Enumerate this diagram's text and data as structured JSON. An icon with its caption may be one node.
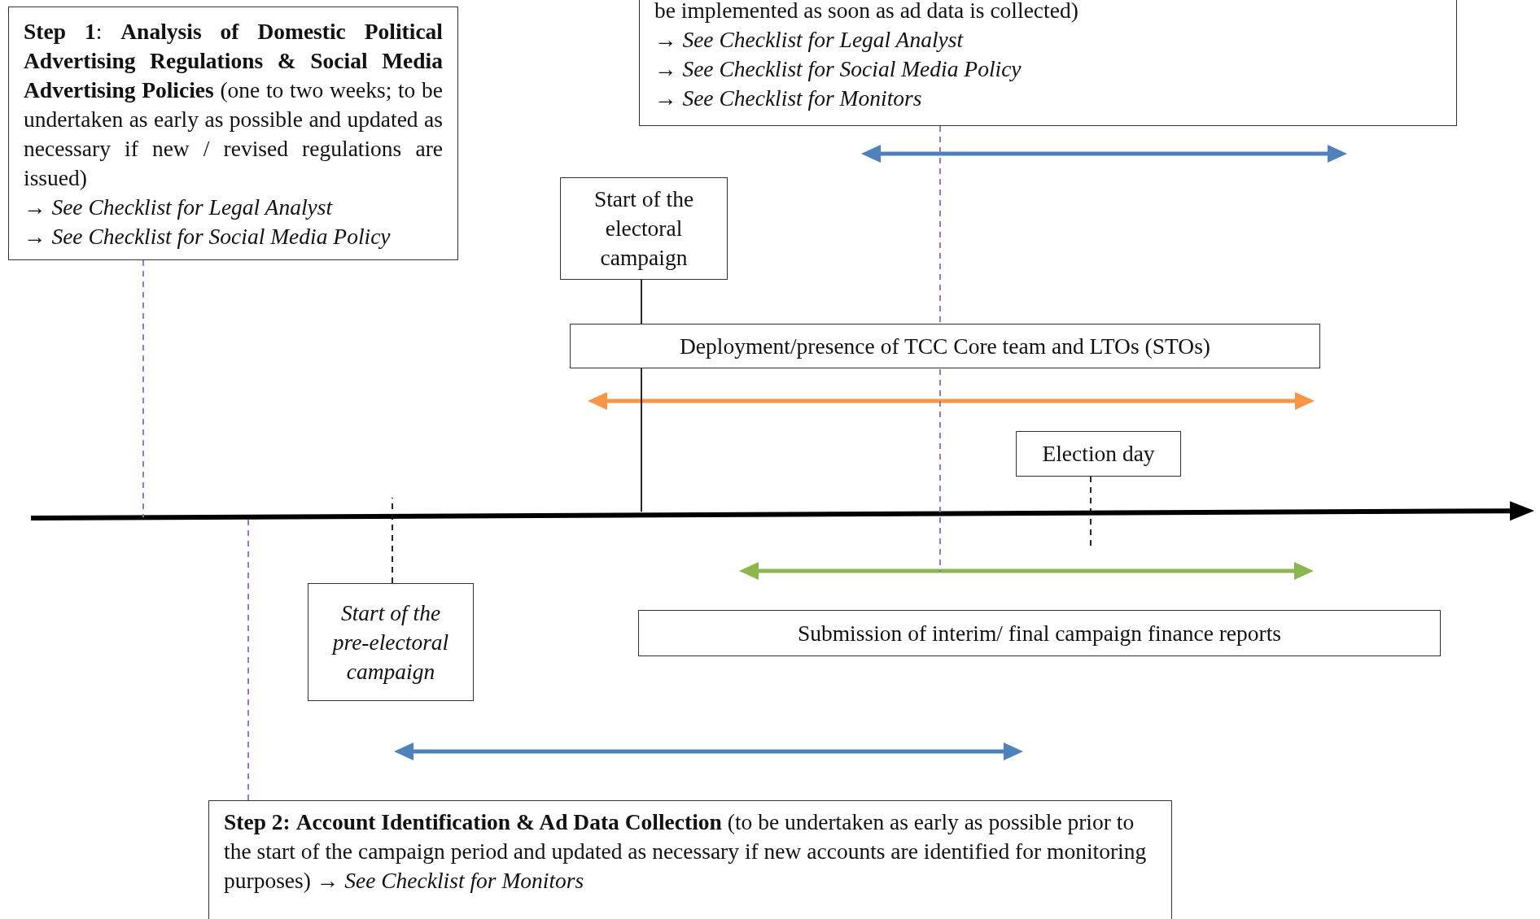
{
  "diagram": {
    "nodes": [
      {
        "text": [
          "**Step 1**: **Analysis of Domestic Political Advertising Regulations & Social Media Advertising Policies** (one to two weeks; to be undertaken as early as possible and updated as necessary if new / revised regulations are issued)",
          "→ *See Checklist for Legal Analyst*",
          "→ *See Checklist for Social Media Policy*"
        ]
      },
      {
        "text": [
          "be implemented as soon as ad data is collected)",
          "→ *See Checklist for Legal Analyst*",
          "→ *See Checklist for Social Media Policy*",
          "→ *See Checklist for Monitors*"
        ]
      },
      {
        "text": [
          "Start of the electoral campaign"
        ]
      },
      {
        "text": [
          "Deployment/presence of TCC Core team and LTOs (STOs)"
        ]
      },
      {
        "text": [
          "Election day"
        ]
      },
      {
        "text": [
          "Start of the pre-electoral campaign"
        ]
      },
      {
        "text": [
          "Submission of interim/ final campaign finance reports"
        ]
      },
      {
        "text": [
          "**Step 2:** **Account Identification & Ad Data Collection** (to be undertaken as early as possible prior to the start of the campaign period and updated as necessary if new accounts are identified for monitoring purposes) → *See Checklist for Monitors*"
        ]
      }
    ],
    "edges": [
      {
        "from": 0,
        "to": null,
        "arrow": "none",
        "style": "dashed",
        "color": "#8e6bbf"
      },
      {
        "from": 7,
        "to": null,
        "arrow": "none",
        "style": "dashed",
        "color": "#8e6bbf"
      },
      {
        "from": 1,
        "to": null,
        "arrow": "none",
        "style": "dashed",
        "color": "#8e6bbf"
      },
      {
        "from": 2,
        "to": null,
        "arrow": "none",
        "color": "#111111"
      },
      {
        "from": 4,
        "to": null,
        "arrow": "none",
        "style": "dashed",
        "color": "#111111"
      },
      {
        "from": 5,
        "to": null,
        "arrow": "none",
        "style": "dashed",
        "color": "#111111"
      }
    ]
  }
}
